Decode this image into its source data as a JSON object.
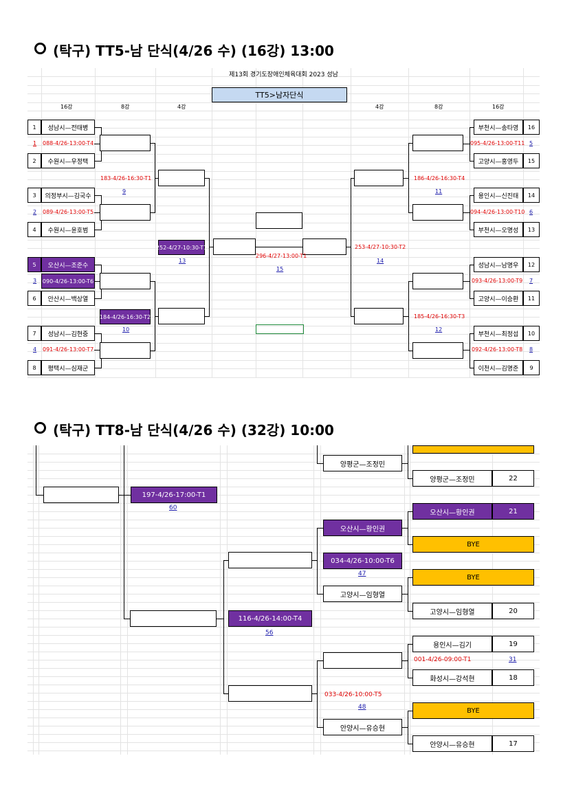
{
  "sections": [
    {
      "heading": "(탁구) TT5-남 단식(4/26 수) (16강) 13:00"
    },
    {
      "heading": "(탁구) TT8-남 단식(4/26 수) (32강) 10:00"
    }
  ],
  "bracket1": {
    "title": "제13회 경기도장애인체육대회 2023 성남",
    "category": "TT5>남자단식",
    "round_labels": {
      "r16_left": "16강",
      "r8_left": "8강",
      "r4_left": "4강",
      "r4_right": "4강",
      "r8_right": "8강",
      "r16_right": "16강"
    },
    "left": [
      {
        "seed": "1",
        "name": "성남시—전태병"
      },
      {
        "seed": "1",
        "match": "088-4/26-13:00-T4"
      },
      {
        "seed": "2",
        "name": "수원시—우정택"
      },
      {
        "seed": "3",
        "name": "의정부시—김국수"
      },
      {
        "seed": "2",
        "match": "089-4/26-13:00-T5"
      },
      {
        "seed": "4",
        "name": "수원시—윤호범"
      },
      {
        "seed": "5",
        "name": "오산시—조준수"
      },
      {
        "seed": "3",
        "match": "090-4/26-13:00-T6"
      },
      {
        "seed": "6",
        "name": "안산시—백상열"
      },
      {
        "seed": "7",
        "name": "성남시—김현중"
      },
      {
        "seed": "4",
        "match": "091-4/26-13:00-T7"
      },
      {
        "seed": "8",
        "name": "평택시—심재군"
      }
    ],
    "right": [
      {
        "seed": "16",
        "name": "부천시—송타영"
      },
      {
        "seed": "5",
        "match": "095-4/26-13:00-T11"
      },
      {
        "seed": "15",
        "name": "고양시—홍영두"
      },
      {
        "seed": "14",
        "name": "용인시—신진태"
      },
      {
        "seed": "6",
        "match": "094-4/26-13:00-T10"
      },
      {
        "seed": "13",
        "name": "부천시—오명성"
      },
      {
        "seed": "12",
        "name": "성남시—남명우"
      },
      {
        "seed": "7",
        "match": "093-4/26-13:00-T9"
      },
      {
        "seed": "11",
        "name": "고양시—이승환"
      },
      {
        "seed": "10",
        "name": "부천시—최정섭"
      },
      {
        "seed": "8",
        "match": "092-4/26-13:00-T8"
      },
      {
        "seed": "9",
        "name": "이천시—김명준"
      }
    ],
    "qf_left": [
      {
        "match": "183-4/26-16:30-T1",
        "no": "9"
      },
      {
        "match": "184-4/26-16:30-T2",
        "no": "10"
      }
    ],
    "qf_right": [
      {
        "match": "186-4/26-16:30-T4",
        "no": "11"
      },
      {
        "match": "185-4/26-16:30-T3",
        "no": "12"
      }
    ],
    "sf_left": {
      "match": "252-4/27-10:30-T1",
      "no": "13"
    },
    "sf_right": {
      "match": "253-4/27-10:30-T2",
      "no": "14"
    },
    "final": {
      "match": "296-4/27-13:00-T1",
      "no": "15"
    }
  },
  "bracket2": {
    "top_player": "양평군—조정민",
    "r1": [
      {
        "name": "양평군—조정민",
        "seed": "22"
      },
      {
        "name": "오산시—황인권",
        "seed": "21"
      },
      {
        "name": "BYE"
      },
      {
        "name": "BYE"
      },
      {
        "name": "고양시—임형열",
        "seed": "20"
      },
      {
        "name": "용인시—김기",
        "seed": "19"
      },
      {
        "match": "001-4/26-09:00-T1",
        "no": "31"
      },
      {
        "name": "화성시—강석현",
        "seed": "18"
      },
      {
        "name": "BYE"
      },
      {
        "name": "안양시—유승현",
        "seed": "17"
      }
    ],
    "r2": [
      {
        "name": "오산시—황인권"
      },
      {
        "match": "034-4/26-10:00-T6",
        "no": "47"
      },
      {
        "name": "고양시—임형열"
      },
      {
        "match": "033-4/26-10:00-T5",
        "no": "48"
      },
      {
        "name": "안양시—유승현"
      }
    ],
    "r3": [
      {
        "match": "116-4/26-14:00-T4",
        "no": "56"
      }
    ],
    "r4": [
      {
        "match": "197-4/26-17:00-T1",
        "no": "60"
      }
    ]
  }
}
